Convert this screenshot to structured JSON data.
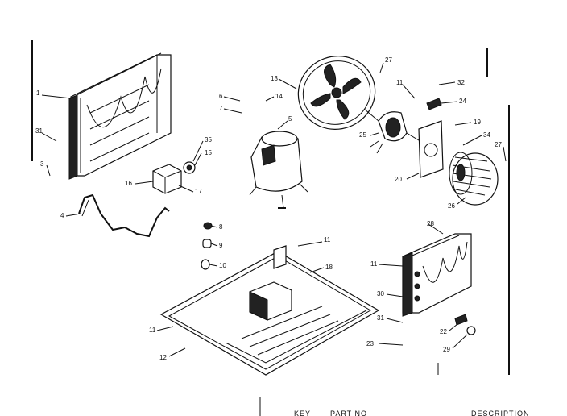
{
  "diagram": {
    "callouts": [
      {
        "id": "c1",
        "text": "1"
      },
      {
        "id": "c31",
        "text": "31"
      },
      {
        "id": "c3",
        "text": "3"
      },
      {
        "id": "c4",
        "text": "4"
      },
      {
        "id": "c6",
        "text": "6"
      },
      {
        "id": "c7",
        "text": "7"
      },
      {
        "id": "c14",
        "text": "14"
      },
      {
        "id": "c5",
        "text": "5"
      },
      {
        "id": "c13",
        "text": "13"
      },
      {
        "id": "c27a",
        "text": "27"
      },
      {
        "id": "c11a",
        "text": "11"
      },
      {
        "id": "c32",
        "text": "32"
      },
      {
        "id": "c24",
        "text": "24"
      },
      {
        "id": "c19",
        "text": "19"
      },
      {
        "id": "c34",
        "text": "34"
      },
      {
        "id": "c27b",
        "text": "27"
      },
      {
        "id": "c25",
        "text": "25"
      },
      {
        "id": "c20",
        "text": "20"
      },
      {
        "id": "c26",
        "text": "26"
      },
      {
        "id": "c35",
        "text": "35"
      },
      {
        "id": "c15",
        "text": "15"
      },
      {
        "id": "c16",
        "text": "16"
      },
      {
        "id": "c17",
        "text": "17"
      },
      {
        "id": "c8",
        "text": "8"
      },
      {
        "id": "c9",
        "text": "9"
      },
      {
        "id": "c10",
        "text": "10"
      },
      {
        "id": "c11b",
        "text": "11"
      },
      {
        "id": "c18",
        "text": "18"
      },
      {
        "id": "c28",
        "text": "28"
      },
      {
        "id": "c11c",
        "text": "11"
      },
      {
        "id": "c30",
        "text": "30"
      },
      {
        "id": "c31b",
        "text": "31"
      },
      {
        "id": "c22",
        "text": "22"
      },
      {
        "id": "c29",
        "text": "29"
      },
      {
        "id": "c23",
        "text": "23"
      },
      {
        "id": "c11d",
        "text": "11"
      },
      {
        "id": "c12",
        "text": "12"
      }
    ],
    "footer": {
      "key": "KEY",
      "part_no": "PART NO",
      "description": "DESCRIPTION"
    }
  }
}
